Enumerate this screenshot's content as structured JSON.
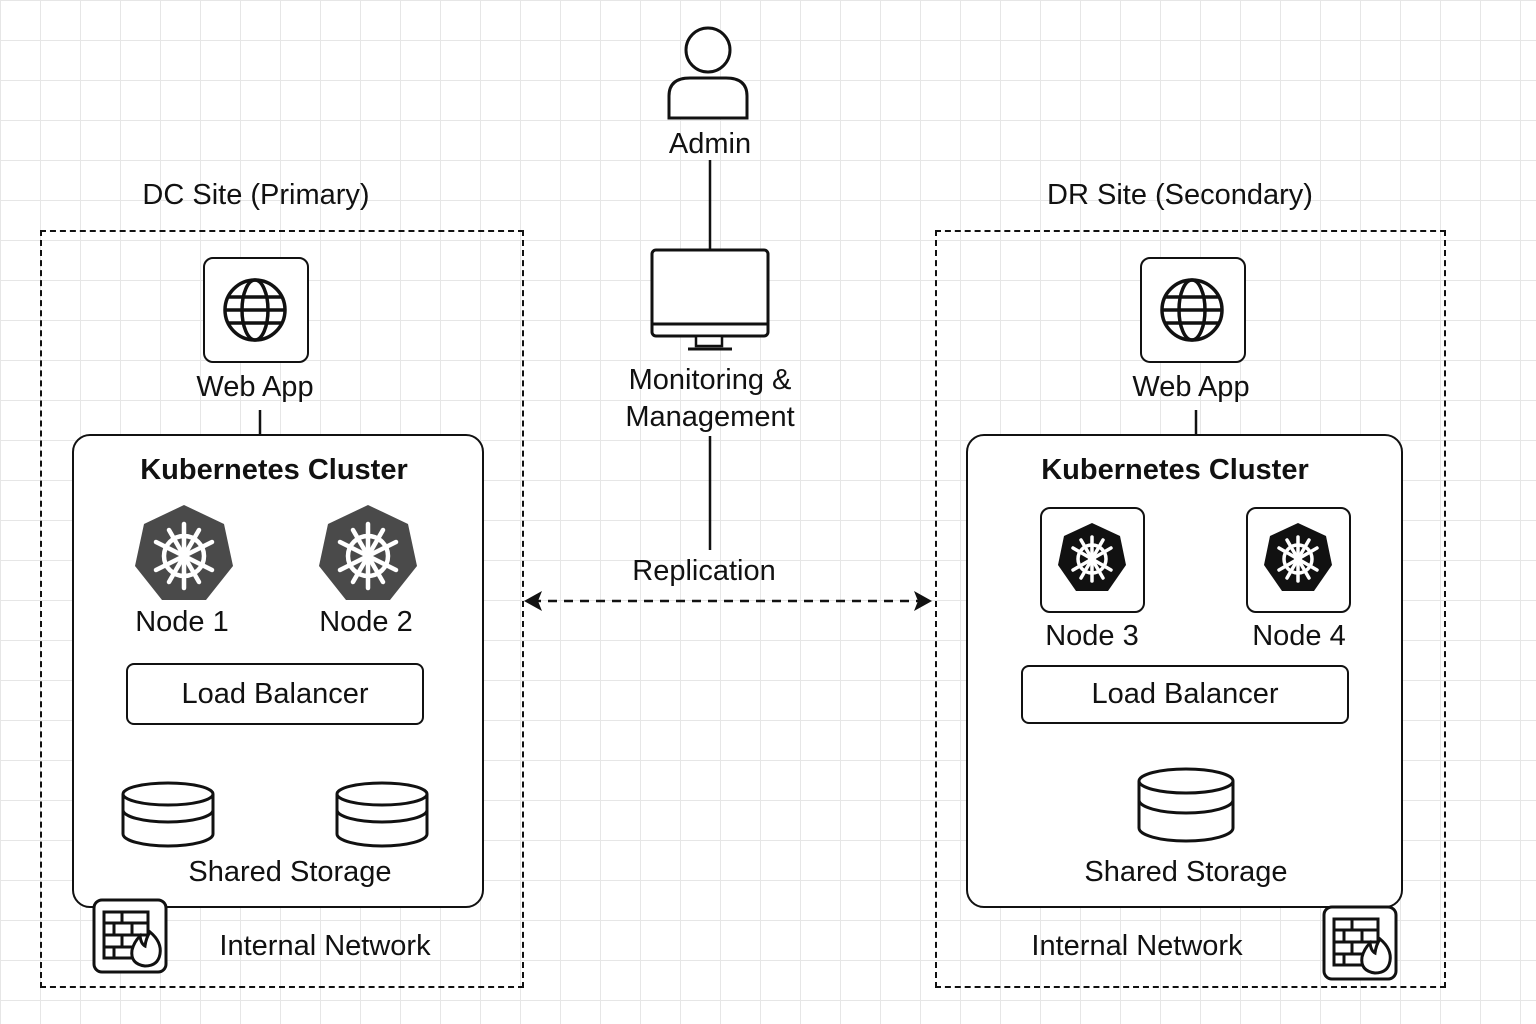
{
  "admin": {
    "label": "Admin"
  },
  "monitoring": {
    "line1": "Monitoring  &",
    "line2": "Management"
  },
  "replication": {
    "label": "Replication"
  },
  "dc_site": {
    "title": "DC Site (Primary)",
    "web_app": "Web App",
    "cluster_title": "Kubernetes Cluster",
    "nodes": [
      "Node 1",
      "Node 2"
    ],
    "load_balancer": "Load Balancer",
    "storage": "Shared Storage",
    "network": "Internal Network"
  },
  "dr_site": {
    "title": "DR Site (Secondary)",
    "web_app": "Web App",
    "cluster_title": "Kubernetes Cluster",
    "nodes": [
      "Node 3",
      "Node 4"
    ],
    "load_balancer": "Load Balancer",
    "storage": "Shared Storage",
    "network": "Internal Network"
  },
  "colors": {
    "stroke": "#111111",
    "k8s_grey": "#4a4a4a",
    "k8s_black": "#111111",
    "grid": "#e6e6e6"
  }
}
